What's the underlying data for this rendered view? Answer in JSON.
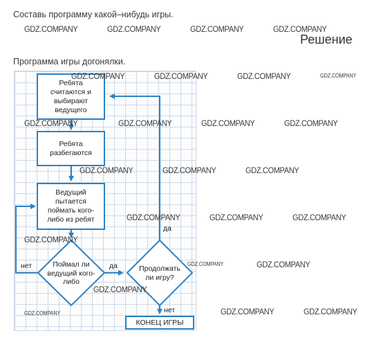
{
  "task_text": "Составь программу какой–нибудь игры.",
  "solution_title": "Решение",
  "subtitle": "Программа игры догонялки.",
  "flowchart": {
    "step1": "Ребята\nсчитаются и\nвыбирают\nведущего",
    "step2": "Ребята\nразбегаются",
    "step3": "Ведущий\nпытается\nпоймать кого-\nлибо из ребят",
    "decision1": "Поймал ли\nведущий кого-\nлибо",
    "decision2": "Продолжать\nли игру?",
    "end": "КОНЕЦ ИГРЫ",
    "label_no_left": "нет",
    "label_yes_mid": "да",
    "label_yes_up": "да",
    "label_no_down": "нет"
  },
  "watermark": "GDZ.COMPANY",
  "colors": {
    "accent": "#2a82c4",
    "grid": "#cdd8e6"
  }
}
